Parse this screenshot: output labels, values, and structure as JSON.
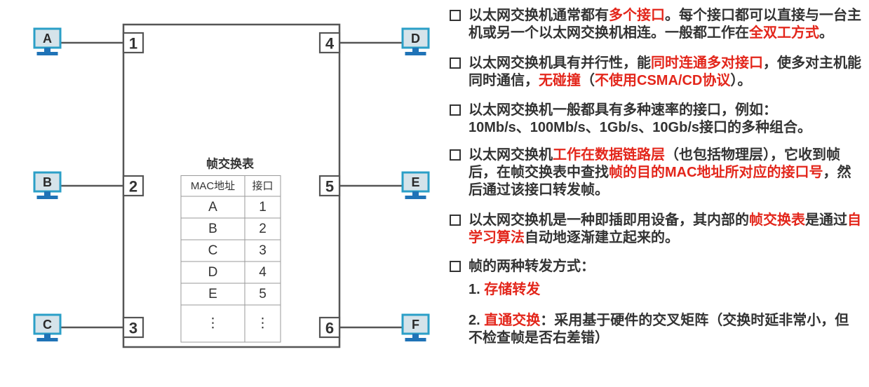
{
  "colors": {
    "text": "#333333",
    "highlight": "#e3261b",
    "line": "#555555",
    "host_bezel": "#2b9fc7",
    "host_screen": "#d5e3ea",
    "host_stand": "#1f73b7"
  },
  "diagram": {
    "hosts": [
      "A",
      "B",
      "C",
      "D",
      "E",
      "F"
    ],
    "ports": [
      "1",
      "2",
      "3",
      "4",
      "5",
      "6"
    ],
    "table": {
      "title": "帧交换表",
      "headers": [
        "MAC地址",
        "接口"
      ],
      "rows": [
        [
          "A",
          "1"
        ],
        [
          "B",
          "2"
        ],
        [
          "C",
          "3"
        ],
        [
          "D",
          "4"
        ],
        [
          "E",
          "5"
        ],
        [
          "⋮",
          "⋮"
        ]
      ]
    }
  },
  "notes": {
    "items": [
      {
        "lines": [
          [
            "以太网交换机通常都有",
            "多个接口",
            "。每个接口都可以直接与一台主"
          ],
          [
            "机或另一个以太网交换机相连。一般都工作在",
            "全双工方式",
            "。"
          ]
        ]
      },
      {
        "lines": [
          [
            "以太网交换机具有并行性，能",
            "同时连通多对接口",
            "，使多对主机能"
          ],
          [
            "同时通信，",
            "无碰撞",
            "（",
            "不使用CSMA/CD协议",
            "）。"
          ]
        ]
      },
      {
        "lines": [
          [
            "以太网交换机一般都具有多种速率的接口，例如："
          ],
          [
            "10Mb/s、100Mb/s、1Gb/s、10Gb/s接口的多种组合。"
          ]
        ]
      },
      {
        "lines": [
          [
            "以太网交换机",
            "工作在数据链路层",
            "（也包括物理层），它收到帧"
          ],
          [
            "后，在帧交换表中查找",
            "帧的目的MAC地址所对应的接口号",
            "，然"
          ],
          [
            "后通过该接口转发帧。"
          ]
        ]
      },
      {
        "lines": [
          [
            "以太网交换机是一种即插即用设备，其内部的",
            "帧交换表",
            "是通过",
            "自"
          ],
          [
            "学习算法",
            "自动地逐渐建立起来的。"
          ]
        ]
      },
      {
        "lines": [
          [
            "帧的两种转发方式："
          ]
        ]
      }
    ],
    "forwarding_modes": [
      {
        "lines": [
          [
            "1. ",
            "存储转发"
          ]
        ]
      },
      {
        "lines": [
          [
            "2. ",
            "直通交换",
            "：采用基于硬件的交叉矩阵（交换时延非常小，但"
          ],
          [
            "不检查帧是否右差错）"
          ]
        ]
      }
    ]
  }
}
